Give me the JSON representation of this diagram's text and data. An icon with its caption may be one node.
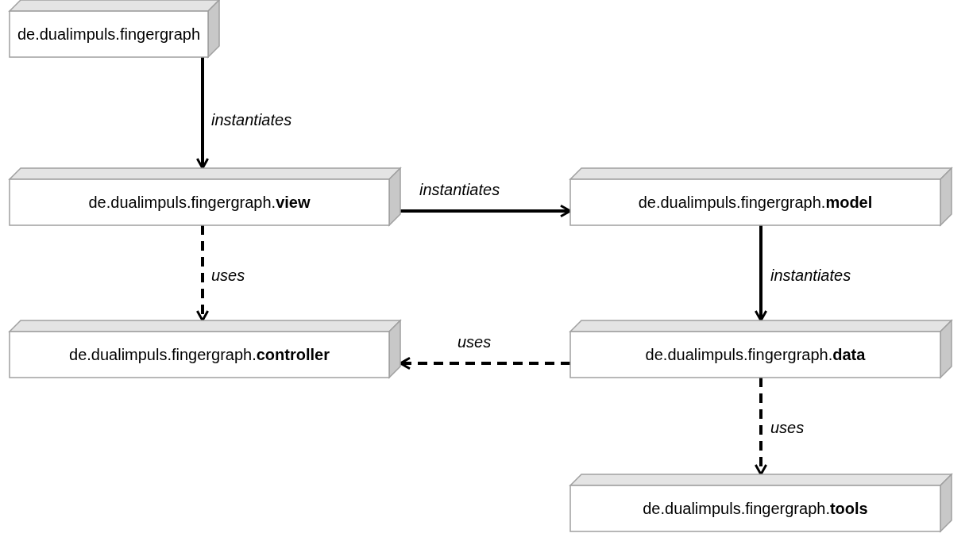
{
  "diagram": {
    "nodes": [
      {
        "text": [
          "de.dualimpuls.fingergraph"
        ]
      },
      {
        "text": [
          "de.dualimpuls.fingergraph.**view**"
        ]
      },
      {
        "text": [
          "de.dualimpuls.fingergraph.**model**"
        ]
      },
      {
        "text": [
          "de.dualimpuls.fingergraph.**controller**"
        ]
      },
      {
        "text": [
          "de.dualimpuls.fingergraph.**data**"
        ]
      },
      {
        "text": [
          "de.dualimpuls.fingergraph.**tools**"
        ]
      }
    ],
    "edges": [
      {
        "from": 0,
        "to": 1,
        "arrow": "to",
        "label": "instantiates"
      },
      {
        "from": 1,
        "to": 2,
        "arrow": "to",
        "label": "instantiates"
      },
      {
        "from": 1,
        "to": 3,
        "arrow": "to",
        "label": "uses",
        "style": "dashed"
      },
      {
        "from": 2,
        "to": 4,
        "arrow": "to",
        "label": "instantiates"
      },
      {
        "from": 4,
        "to": 3,
        "arrow": "to",
        "label": "uses",
        "style": "dashed"
      },
      {
        "from": 4,
        "to": 5,
        "arrow": "to",
        "label": "uses",
        "style": "dashed"
      }
    ]
  }
}
